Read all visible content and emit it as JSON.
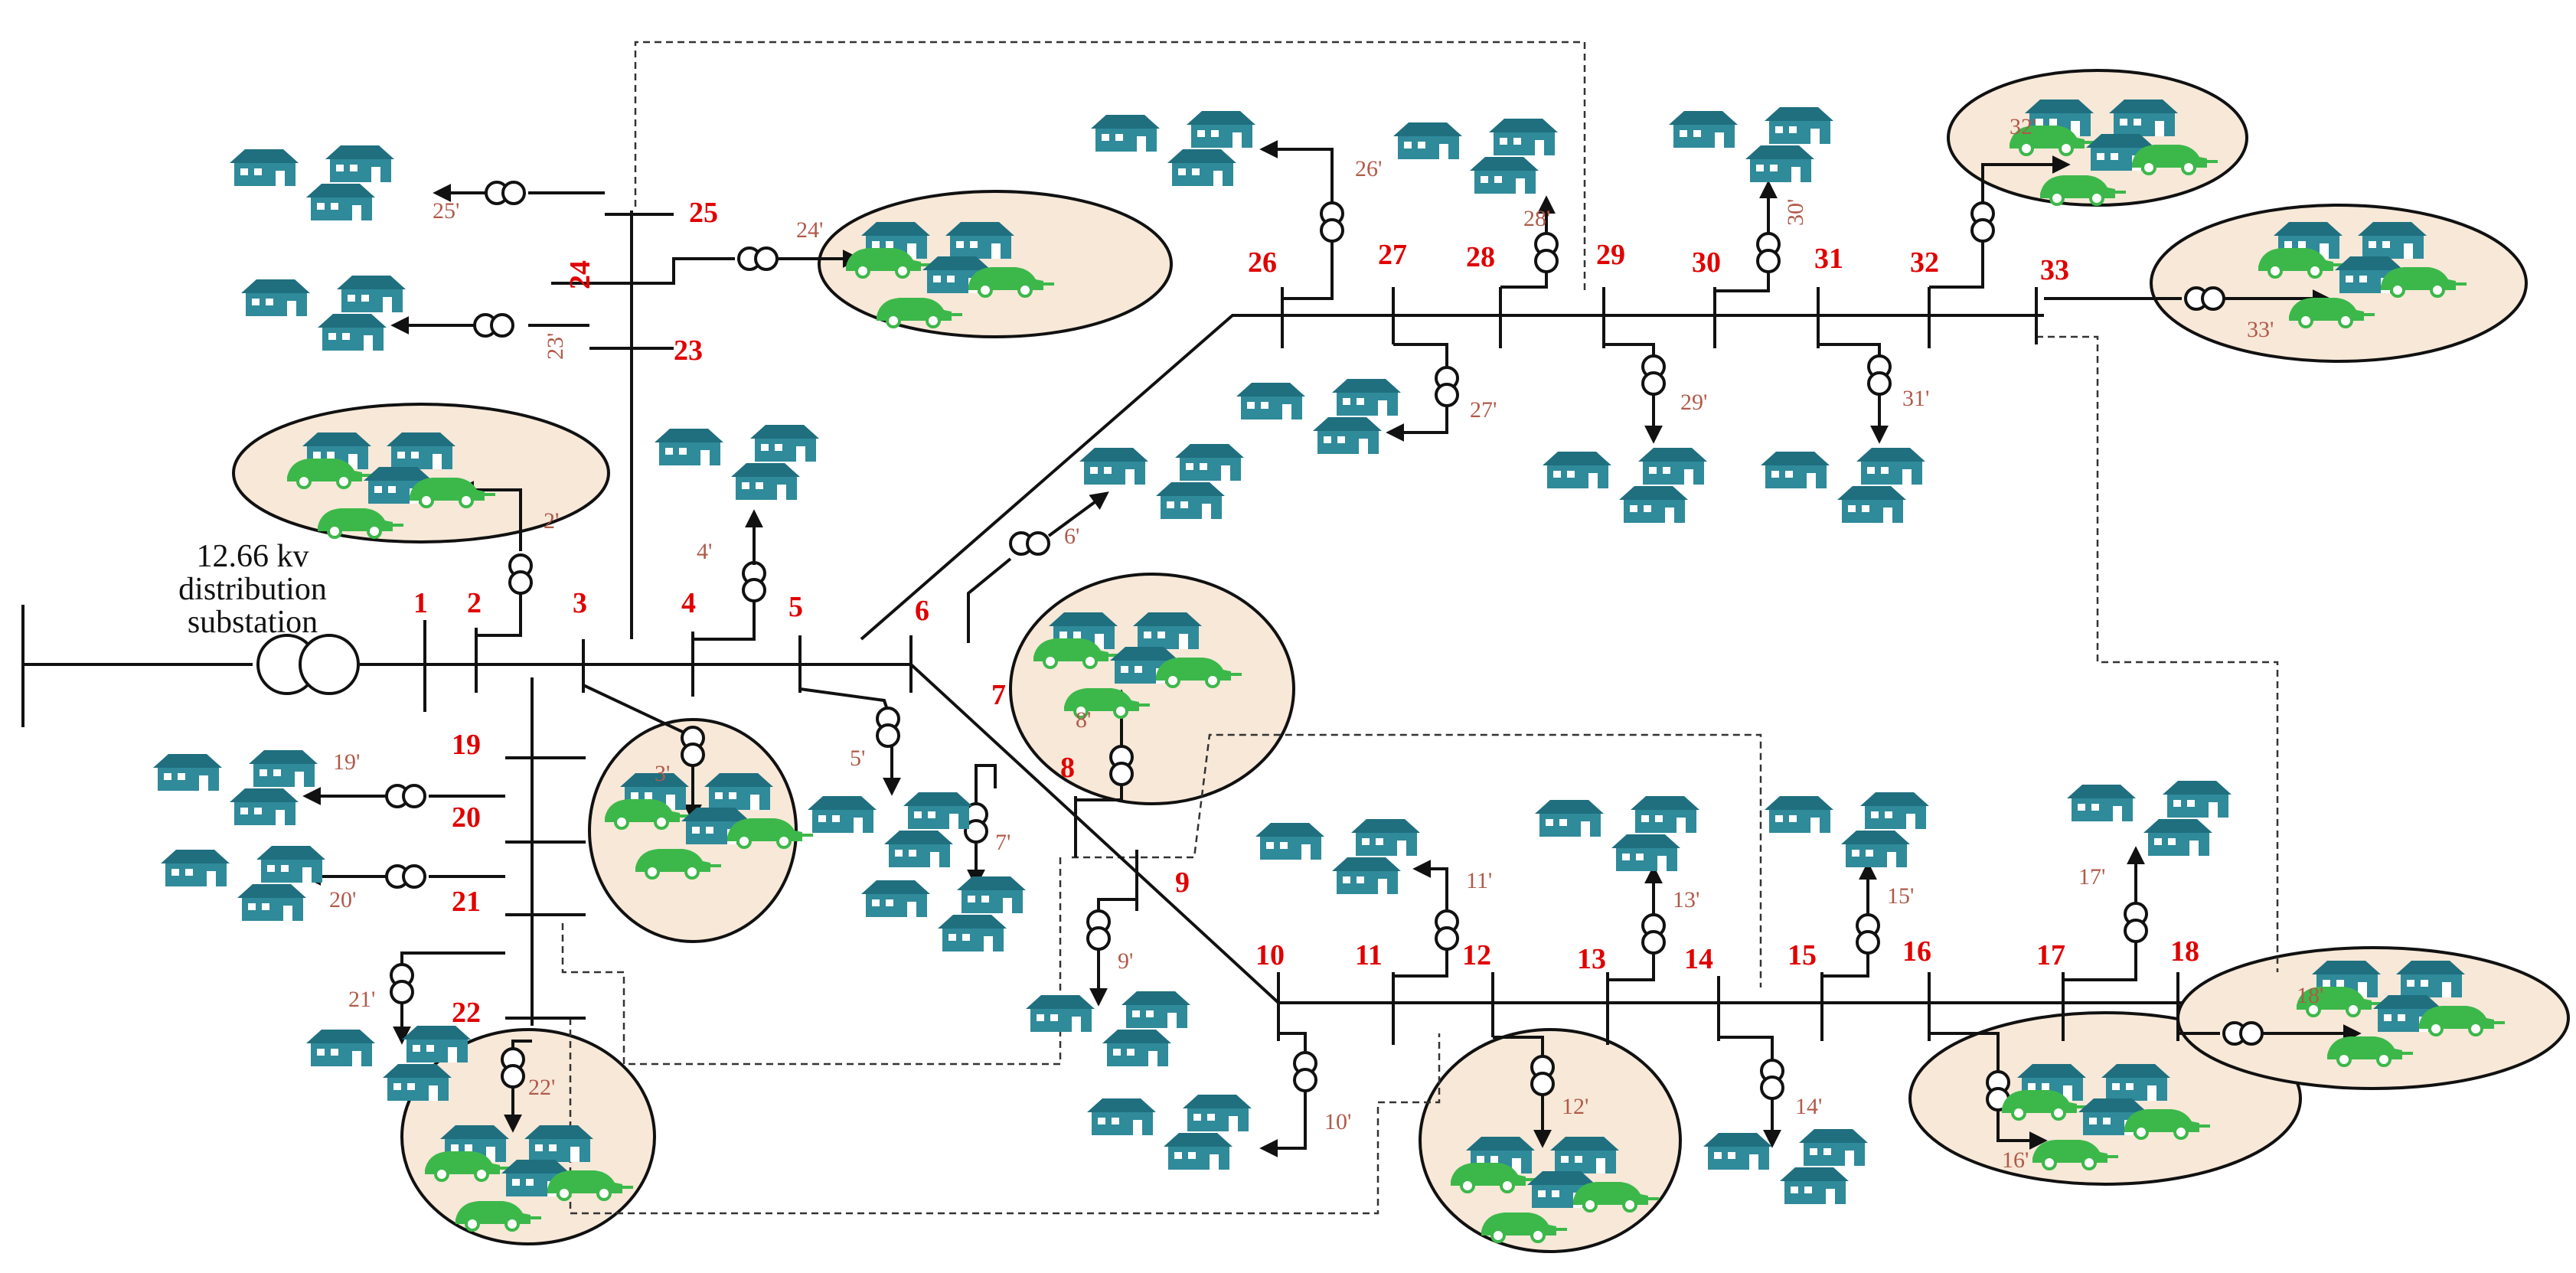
{
  "substation": {
    "voltage_label": "12.66 kv",
    "line2": "distribution",
    "line3": "substation"
  },
  "buses": [
    "1",
    "2",
    "3",
    "4",
    "5",
    "6",
    "7",
    "8",
    "9",
    "10",
    "11",
    "12",
    "13",
    "14",
    "15",
    "16",
    "17",
    "18",
    "19",
    "20",
    "21",
    "22",
    "23",
    "24",
    "25",
    "26",
    "27",
    "28",
    "29",
    "30",
    "31",
    "32",
    "33"
  ],
  "loads": [
    "2'",
    "3'",
    "4'",
    "5'",
    "6'",
    "7'",
    "8'",
    "9'",
    "10'",
    "11'",
    "12'",
    "13'",
    "14'",
    "15'",
    "16'",
    "17'",
    "18'",
    "19'",
    "20'",
    "21'",
    "22'",
    "23'",
    "24'",
    "25'",
    "26'",
    "27'",
    "28'",
    "29'",
    "30'",
    "31'",
    "32'",
    "33'"
  ],
  "ev_zone_loads": [
    "2'",
    "3'",
    "8'",
    "12'",
    "16'",
    "18'",
    "22'",
    "24'",
    "32'",
    "33'"
  ],
  "colors": {
    "bus_label": "#e00000",
    "load_label": "#b05a4a",
    "house": "#2f8a9a",
    "ev": "#3cb84a",
    "ev_zone_fill": "#f7e8d8"
  },
  "icons": {
    "load": "house-cluster-icon",
    "ev": "electric-car-icon",
    "transformer": "transformer-icon"
  }
}
